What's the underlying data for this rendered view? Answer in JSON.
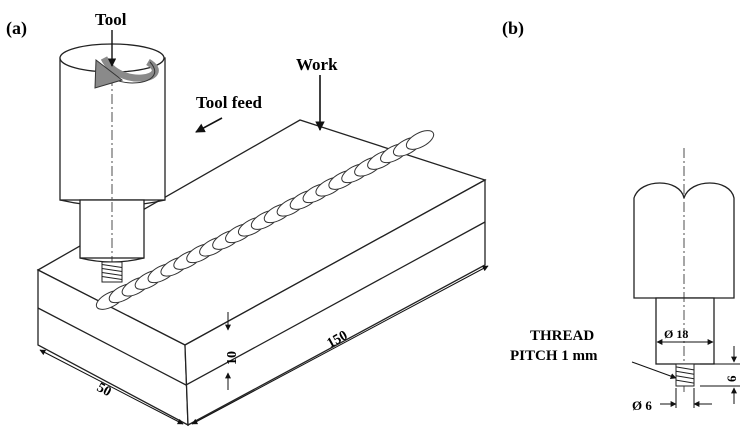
{
  "panel_a": {
    "label": "(a)",
    "tool_label": "Tool",
    "work_label": "Work",
    "feed_label": "Tool feed",
    "dim_thickness": "10",
    "dim_width": "50",
    "dim_length": "150"
  },
  "panel_b": {
    "label": "(b)",
    "thread_line1": "THREAD",
    "thread_line2": "PITCH 1 mm",
    "dim_shoulder": "Ø 18",
    "dim_pin": "Ø 6",
    "dim_pin_length": "6"
  },
  "colors": {
    "line": "#222222",
    "rotation_arrow": "#8a8a8a"
  }
}
